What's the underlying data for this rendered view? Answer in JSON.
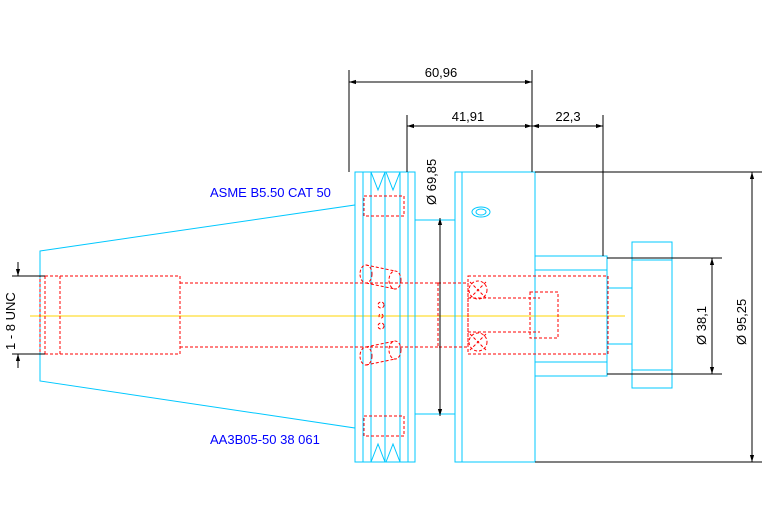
{
  "dimensions": {
    "overall_length": "60,96",
    "body_length": "41,91",
    "stud_length": "22,3",
    "flange_diameter": "Ø  69,85",
    "body_diameter": "Ø  95,25",
    "stud_diameter": "Ø  38,1",
    "thread": "1 - 8 UNC"
  },
  "labels": {
    "standard": "ASME B5.50 CAT 50",
    "part_number": "AA3B05-50 38 061"
  },
  "colors": {
    "outline": "#00c8ff",
    "hidden_lines": "#ff0000",
    "center_line": "#ffd400",
    "dimension": "#000000",
    "label": "#0000ff"
  }
}
